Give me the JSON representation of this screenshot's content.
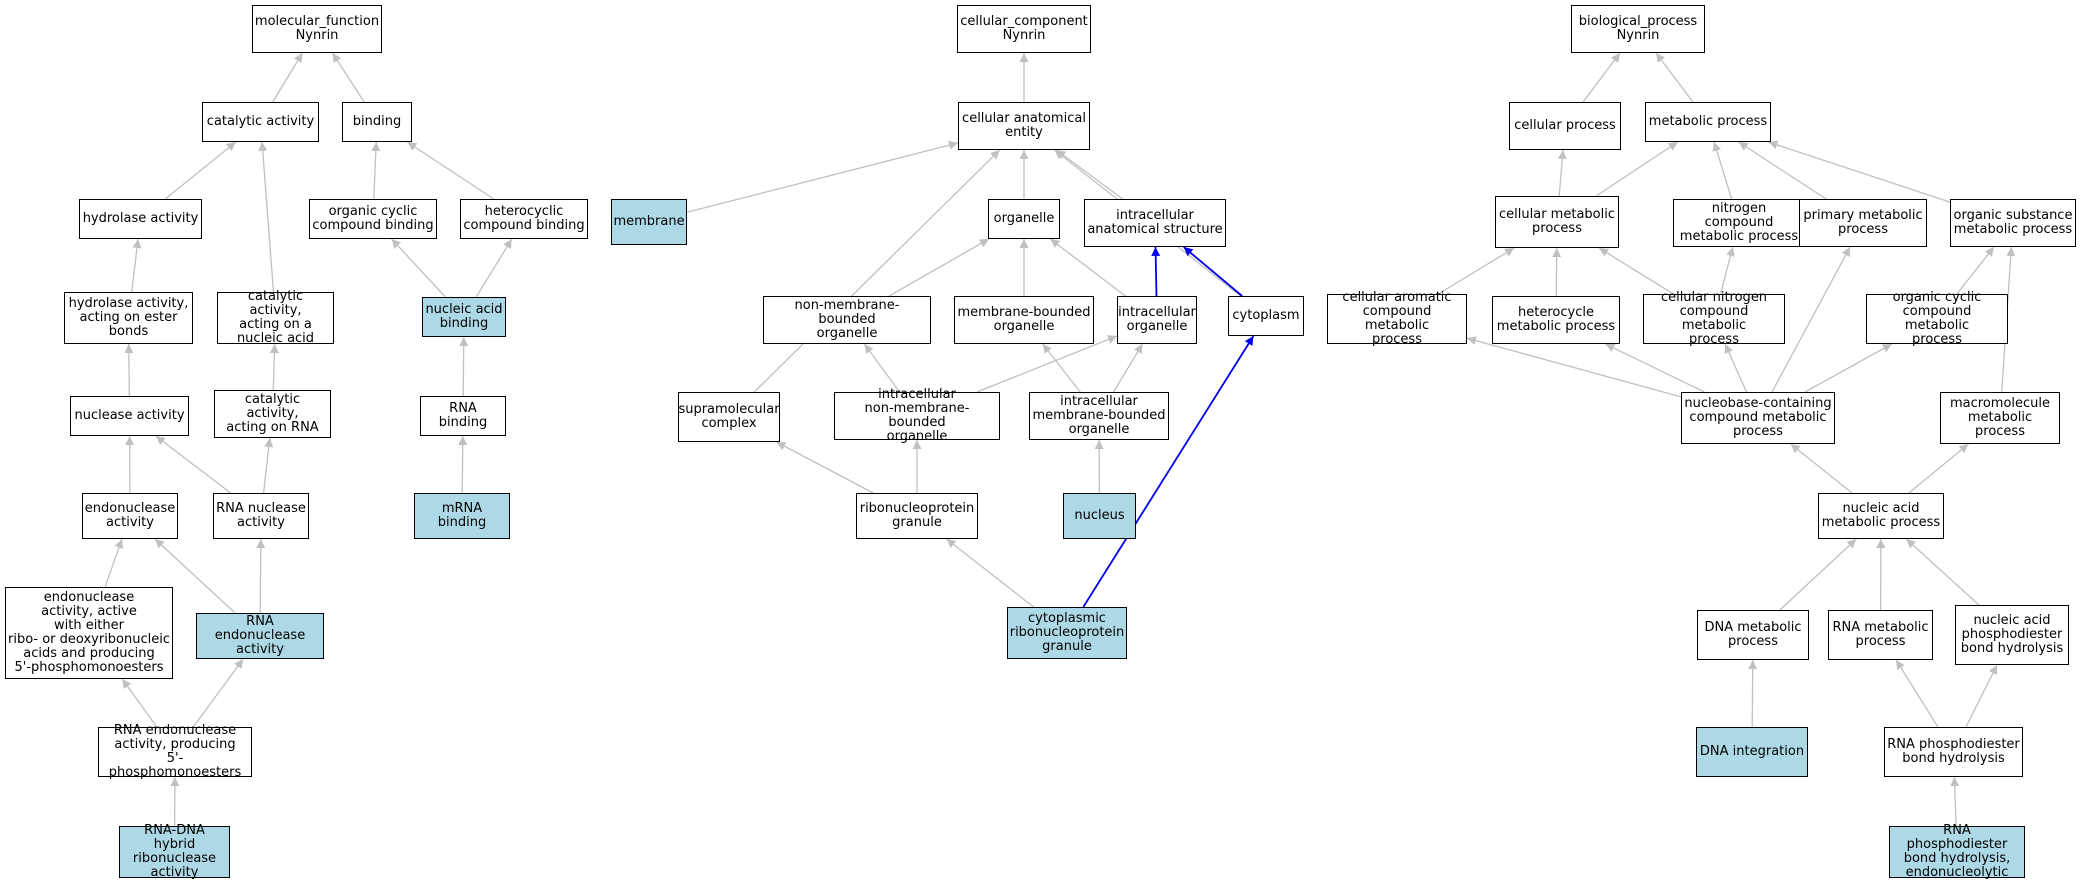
{
  "colors": {
    "edge": "#c0c0c0",
    "highlight_edge": "#0000ee",
    "highlight_fill": "#add8e6",
    "node_border": "#000000"
  },
  "nodes": [
    {
      "id": "mf",
      "label": "molecular_function\nNynrin"
    },
    {
      "id": "cat",
      "label": "catalytic activity"
    },
    {
      "id": "bind",
      "label": "binding"
    },
    {
      "id": "hyd",
      "label": "hydrolase activity"
    },
    {
      "id": "ocb",
      "label": "organic cyclic\ncompound binding"
    },
    {
      "id": "hcb",
      "label": "heterocyclic\ncompound binding"
    },
    {
      "id": "hydes",
      "label": "hydrolase activity,\nacting on ester\nbonds"
    },
    {
      "id": "catna",
      "label": "catalytic activity,\nacting on a\nnucleic acid"
    },
    {
      "id": "nab",
      "label": "nucleic acid\nbinding",
      "hl": true
    },
    {
      "id": "nuc",
      "label": "nuclease activity"
    },
    {
      "id": "catrna",
      "label": "catalytic activity,\nacting on RNA"
    },
    {
      "id": "rnab",
      "label": "RNA binding"
    },
    {
      "id": "endo",
      "label": "endonuclease\nactivity"
    },
    {
      "id": "rnanuc",
      "label": "RNA nuclease\nactivity"
    },
    {
      "id": "mrnab",
      "label": "mRNA binding",
      "hl": true
    },
    {
      "id": "endo5",
      "label": "endonuclease\nactivity, active\nwith either\nribo- or deoxyribonucleic\nacids and producing\n5'-phosphomonoesters"
    },
    {
      "id": "rnaendo",
      "label": "RNA endonuclease\nactivity",
      "hl": true
    },
    {
      "id": "rnaendo5",
      "label": "RNA endonuclease\nactivity, producing\n5'-phosphomonoesters"
    },
    {
      "id": "rnadna",
      "label": "RNA-DNA hybrid\nribonuclease\nactivity",
      "hl": true
    },
    {
      "id": "cc",
      "label": "cellular_component\nNynrin"
    },
    {
      "id": "cae",
      "label": "cellular anatomical\nentity"
    },
    {
      "id": "mem",
      "label": "membrane",
      "hl": true
    },
    {
      "id": "org",
      "label": "organelle"
    },
    {
      "id": "ias",
      "label": "intracellular\nanatomical structure"
    },
    {
      "id": "nmbo",
      "label": "non-membrane-bounded\norganelle"
    },
    {
      "id": "mbo",
      "label": "membrane-bounded\norganelle"
    },
    {
      "id": "io",
      "label": "intracellular\norganelle"
    },
    {
      "id": "cyto",
      "label": "cytoplasm"
    },
    {
      "id": "smc",
      "label": "supramolecular\ncomplex"
    },
    {
      "id": "inmbo",
      "label": "intracellular\nnon-membrane-bounded\norganelle"
    },
    {
      "id": "imbo",
      "label": "intracellular\nmembrane-bounded\norganelle"
    },
    {
      "id": "rnpg",
      "label": "ribonucleoprotein\ngranule"
    },
    {
      "id": "nucl",
      "label": "nucleus",
      "hl": true
    },
    {
      "id": "crnpg",
      "label": "cytoplasmic\nribonucleoprotein\ngranule",
      "hl": true
    },
    {
      "id": "bp",
      "label": "biological_process\nNynrin"
    },
    {
      "id": "cp",
      "label": "cellular process"
    },
    {
      "id": "mp",
      "label": "metabolic process"
    },
    {
      "id": "cmp",
      "label": "cellular metabolic\nprocess"
    },
    {
      "id": "ncmp",
      "label": "nitrogen compound\nmetabolic process"
    },
    {
      "id": "pmp",
      "label": "primary metabolic\nprocess"
    },
    {
      "id": "osmp",
      "label": "organic substance\nmetabolic process"
    },
    {
      "id": "cacmp",
      "label": "cellular aromatic\ncompound metabolic\nprocess"
    },
    {
      "id": "hmp",
      "label": "heterocycle\nmetabolic process"
    },
    {
      "id": "cncmp",
      "label": "cellular nitrogen\ncompound metabolic\nprocess"
    },
    {
      "id": "occmp",
      "label": "organic cyclic\ncompound metabolic\nprocess"
    },
    {
      "id": "nbcmp",
      "label": "nucleobase-containing\ncompound metabolic\nprocess"
    },
    {
      "id": "mmp",
      "label": "macromolecule\nmetabolic process"
    },
    {
      "id": "namp",
      "label": "nucleic acid\nmetabolic process"
    },
    {
      "id": "dmp",
      "label": "DNA metabolic\nprocess"
    },
    {
      "id": "rmp",
      "label": "RNA metabolic\nprocess"
    },
    {
      "id": "napbh",
      "label": "nucleic acid\nphosphodiester\nbond hydrolysis"
    },
    {
      "id": "dint",
      "label": "DNA integration",
      "hl": true
    },
    {
      "id": "rpbh",
      "label": "RNA phosphodiester\nbond hydrolysis"
    },
    {
      "id": "rpbhe",
      "label": "RNA phosphodiester\nbond hydrolysis,\nendonucleolytic",
      "hl": true
    }
  ],
  "edges": [
    {
      "from": "cat",
      "to": "mf"
    },
    {
      "from": "bind",
      "to": "mf"
    },
    {
      "from": "hyd",
      "to": "cat"
    },
    {
      "from": "catna",
      "to": "cat"
    },
    {
      "from": "ocb",
      "to": "bind"
    },
    {
      "from": "hcb",
      "to": "bind"
    },
    {
      "from": "hydes",
      "to": "hyd"
    },
    {
      "from": "nab",
      "to": "ocb"
    },
    {
      "from": "nab",
      "to": "hcb"
    },
    {
      "from": "nuc",
      "to": "hydes"
    },
    {
      "from": "catrna",
      "to": "catna"
    },
    {
      "from": "rnab",
      "to": "nab"
    },
    {
      "from": "endo",
      "to": "nuc"
    },
    {
      "from": "rnanuc",
      "to": "nuc"
    },
    {
      "from": "rnanuc",
      "to": "catrna"
    },
    {
      "from": "mrnab",
      "to": "rnab"
    },
    {
      "from": "endo5",
      "to": "endo"
    },
    {
      "from": "rnaendo",
      "to": "endo"
    },
    {
      "from": "rnaendo",
      "to": "rnanuc"
    },
    {
      "from": "rnaendo5",
      "to": "endo5"
    },
    {
      "from": "rnaendo5",
      "to": "rnaendo"
    },
    {
      "from": "rnadna",
      "to": "rnaendo5"
    },
    {
      "from": "cae",
      "to": "cc"
    },
    {
      "from": "mem",
      "to": "cae"
    },
    {
      "from": "org",
      "to": "cae"
    },
    {
      "from": "ias",
      "to": "cae"
    },
    {
      "from": "cyto",
      "to": "cae"
    },
    {
      "from": "smc",
      "to": "cae"
    },
    {
      "from": "nmbo",
      "to": "org"
    },
    {
      "from": "mbo",
      "to": "org"
    },
    {
      "from": "io",
      "to": "org"
    },
    {
      "from": "io",
      "to": "ias",
      "hl": true
    },
    {
      "from": "cyto",
      "to": "ias",
      "hl": true
    },
    {
      "from": "inmbo",
      "to": "nmbo"
    },
    {
      "from": "inmbo",
      "to": "io"
    },
    {
      "from": "imbo",
      "to": "mbo"
    },
    {
      "from": "imbo",
      "to": "io"
    },
    {
      "from": "rnpg",
      "to": "smc"
    },
    {
      "from": "rnpg",
      "to": "inmbo"
    },
    {
      "from": "nucl",
      "to": "imbo"
    },
    {
      "from": "crnpg",
      "to": "rnpg"
    },
    {
      "from": "crnpg",
      "to": "cyto",
      "hl": true
    },
    {
      "from": "cp",
      "to": "bp"
    },
    {
      "from": "mp",
      "to": "bp"
    },
    {
      "from": "cmp",
      "to": "cp"
    },
    {
      "from": "cmp",
      "to": "mp"
    },
    {
      "from": "ncmp",
      "to": "mp"
    },
    {
      "from": "pmp",
      "to": "mp"
    },
    {
      "from": "osmp",
      "to": "mp"
    },
    {
      "from": "cacmp",
      "to": "cmp"
    },
    {
      "from": "hmp",
      "to": "cmp"
    },
    {
      "from": "cncmp",
      "to": "cmp"
    },
    {
      "from": "cncmp",
      "to": "ncmp"
    },
    {
      "from": "occmp",
      "to": "osmp"
    },
    {
      "from": "nbcmp",
      "to": "cacmp"
    },
    {
      "from": "nbcmp",
      "to": "hmp"
    },
    {
      "from": "nbcmp",
      "to": "cncmp"
    },
    {
      "from": "nbcmp",
      "to": "pmp"
    },
    {
      "from": "nbcmp",
      "to": "occmp"
    },
    {
      "from": "mmp",
      "to": "osmp"
    },
    {
      "from": "namp",
      "to": "nbcmp"
    },
    {
      "from": "namp",
      "to": "mmp"
    },
    {
      "from": "dmp",
      "to": "namp"
    },
    {
      "from": "rmp",
      "to": "namp"
    },
    {
      "from": "napbh",
      "to": "namp"
    },
    {
      "from": "dint",
      "to": "dmp"
    },
    {
      "from": "rpbh",
      "to": "rmp"
    },
    {
      "from": "rpbh",
      "to": "napbh"
    },
    {
      "from": "rpbhe",
      "to": "rpbh"
    }
  ]
}
